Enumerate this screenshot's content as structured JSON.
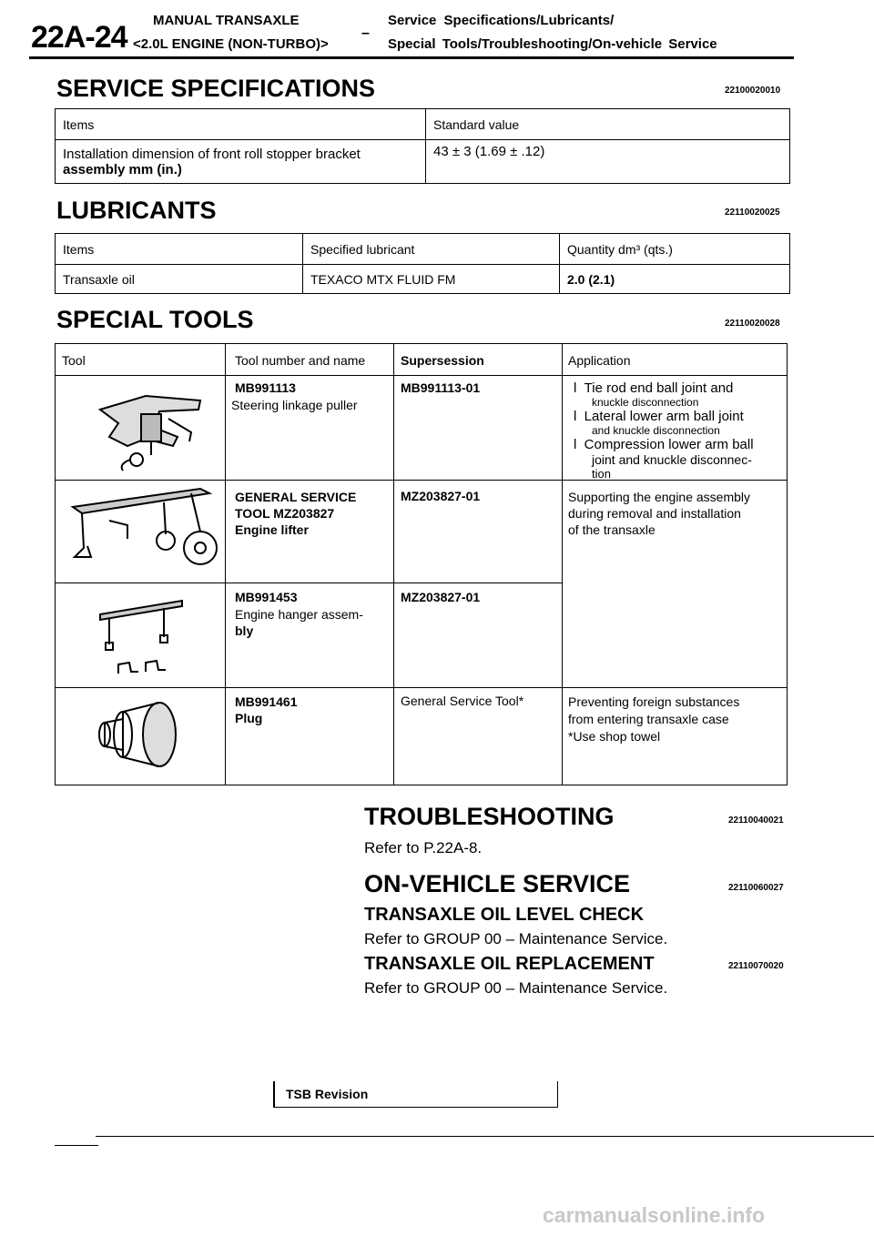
{
  "header": {
    "page": "22A-24",
    "title_line1": "MANUAL TRANSAXLE",
    "title_line2": "<2.0L ENGINE (NON-TURBO)>",
    "dash": "–",
    "right_line1": "Service Specifications/Lubricants/",
    "right_line2": "Special Tools/Troubleshooting/On-vehicle Service"
  },
  "service_specs": {
    "title": "SERVICE SPECIFICATIONS",
    "code": "22100020010",
    "col_items": "Items",
    "col_value": "Standard value",
    "row_item_line1": "Installation dimension of front roll stopper bracket",
    "row_item_line2": "assembly mm (in.)",
    "row_value": "43 ± 3 (1.69 ± .12)"
  },
  "lubricants": {
    "title": "LUBRICANTS",
    "code": "22110020025",
    "col_items": "Items",
    "col_lubricant": "Specified lubricant",
    "col_quantity": "Quantity dm³ (qts.)",
    "row_item": "Transaxle oil",
    "row_lubricant": "TEXACO MTX FLUID FM",
    "row_quantity": "2.0 (2.1)"
  },
  "special_tools": {
    "title": "SPECIAL TOOLS",
    "code": "22110020028",
    "col_tool": "Tool",
    "col_number": "Tool number and name",
    "col_supersession": "Supersession",
    "col_application": "Application",
    "tools": [
      {
        "number": "MB991113",
        "name": "Steering linkage puller",
        "supersession": "MB991113-01",
        "app1": "Tie rod end ball joint and",
        "app1b": "knuckle disconnection",
        "app2": "Lateral lower arm ball joint",
        "app2b": "and knuckle disconnection",
        "app3": "Compression lower arm ball",
        "app3b": "joint and knuckle disconnec-",
        "app3c": "tion"
      },
      {
        "number_line1": "GENERAL SERVICE",
        "number_line2": "TOOL MZ203827",
        "name": "Engine lifter",
        "supersession": "MZ203827-01",
        "app1": "Supporting the engine assembly",
        "app2": "during removal and installation",
        "app3": "of the transaxle"
      },
      {
        "number": "MB991453",
        "name_line1": "Engine hanger assem-",
        "name_line2": "bly",
        "supersession": "MZ203827-01"
      },
      {
        "number": "MB991461",
        "name": "Plug",
        "supersession": "General Service Tool*",
        "app1": "Preventing foreign substances",
        "app2": "from entering transaxle case",
        "app3": "*Use shop towel"
      }
    ]
  },
  "troubleshooting": {
    "title": "TROUBLESHOOTING",
    "code": "22110040021",
    "text": "Refer to P.22A-8."
  },
  "on_vehicle": {
    "title": "ON-VEHICLE SERVICE",
    "code": "22110060027",
    "sub1": "TRANSAXLE OIL LEVEL CHECK",
    "text1": "Refer to GROUP 00 – Maintenance Service.",
    "sub2": "TRANSAXLE OIL REPLACEMENT",
    "code2": "22110070020",
    "text2": "Refer to GROUP 00 – Maintenance Service."
  },
  "footer": {
    "tsb": "TSB Revision"
  },
  "watermark": "carmanualsonline.info"
}
